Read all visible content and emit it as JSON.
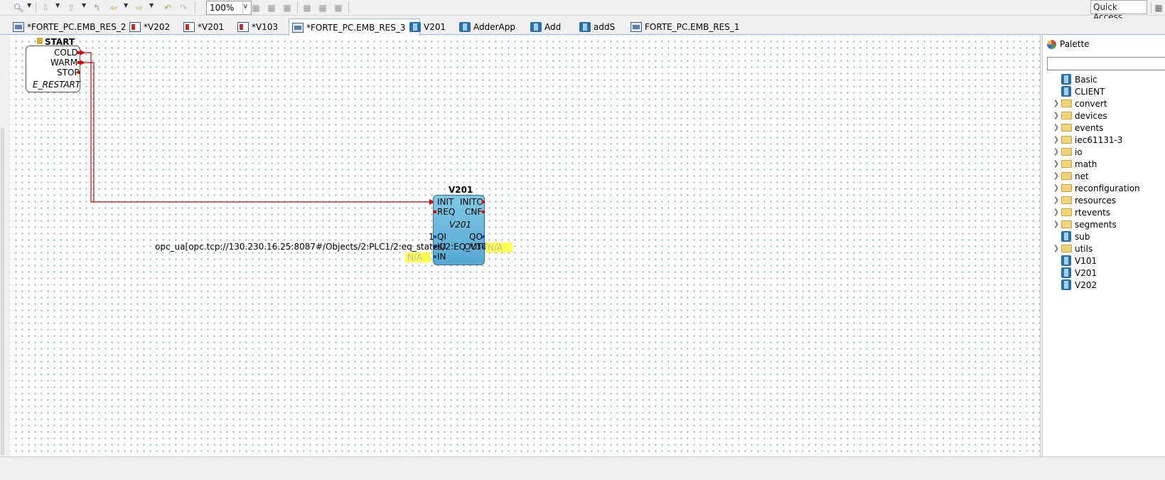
{
  "toolbar": {
    "zoom": "100%",
    "quick_access": "Quick Access"
  },
  "tabs": [
    {
      "label": "*FORTE_PC.EMB_RES_2",
      "icon": "resource-icon"
    },
    {
      "label": "*V202",
      "icon": "application-icon"
    },
    {
      "label": "*V201",
      "icon": "application-icon"
    },
    {
      "label": "*V103",
      "icon": "application-icon"
    },
    {
      "label": "*FORTE_PC.EMB_RES_3",
      "icon": "resource-icon",
      "active": true
    },
    {
      "label": "V201",
      "icon": "function-block-icon"
    },
    {
      "label": "AdderApp",
      "icon": "function-block-icon"
    },
    {
      "label": "Add",
      "icon": "function-block-icon"
    },
    {
      "label": "addS",
      "icon": "function-block-icon"
    },
    {
      "label": "FORTE_PC.EMB_RES_1",
      "icon": "resource-icon"
    }
  ],
  "diagram": {
    "start_block": {
      "name": "START",
      "type": "E_RESTART",
      "outputs": [
        "COLD",
        "WARM",
        "STOP"
      ]
    },
    "v201_block": {
      "name": "V201",
      "type": "V201",
      "event_inputs": [
        "INIT",
        "REQ"
      ],
      "event_outputs": [
        "INITO",
        "CNF"
      ],
      "data_inputs": [
        "QI",
        "ID",
        "IN"
      ],
      "data_outputs": [
        "QO",
        "OUT"
      ],
      "qi_value": "1",
      "id_value": "opc_ua[opc.tcp://130.230.16.25:8087#/Objects/2:PLC1/2:eq_states/2:EQ_V103]",
      "in_value": "N/A",
      "out_value": "N/A"
    }
  },
  "palette": {
    "title": "Palette",
    "items": [
      {
        "label": "Basic",
        "kind": "fb"
      },
      {
        "label": "CLIENT",
        "kind": "fb"
      },
      {
        "label": "convert",
        "kind": "folder"
      },
      {
        "label": "devices",
        "kind": "folder"
      },
      {
        "label": "events",
        "kind": "folder"
      },
      {
        "label": "iec61131-3",
        "kind": "folder"
      },
      {
        "label": "io",
        "kind": "folder"
      },
      {
        "label": "math",
        "kind": "folder"
      },
      {
        "label": "net",
        "kind": "folder"
      },
      {
        "label": "reconfiguration",
        "kind": "folder"
      },
      {
        "label": "resources",
        "kind": "folder"
      },
      {
        "label": "rtevents",
        "kind": "folder"
      },
      {
        "label": "segments",
        "kind": "folder"
      },
      {
        "label": "sub",
        "kind": "fb"
      },
      {
        "label": "utils",
        "kind": "folder"
      },
      {
        "label": "V101",
        "kind": "fb"
      },
      {
        "label": "V201",
        "kind": "fb"
      },
      {
        "label": "V202",
        "kind": "fb"
      }
    ]
  },
  "colors": {
    "event_connection": "#e00000",
    "data_port": "#0050c8",
    "fb_fill": "#6ab8de",
    "value_highlight": "#ffff50"
  }
}
